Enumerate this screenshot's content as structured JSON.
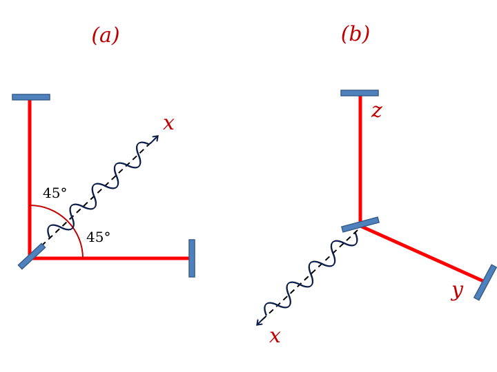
{
  "panels": {
    "a": {
      "label": "(a)",
      "axis_x": "x",
      "angle_upper": "45°",
      "angle_lower": "45°"
    },
    "b": {
      "label": "(b)",
      "axis_z": "z",
      "axis_y": "y",
      "axis_x": "x"
    }
  },
  "colors": {
    "beam": "#ff0000",
    "mirror_fill": "#4f81bd",
    "mirror_stroke": "#385d8a",
    "wave": "#0b1d48",
    "label": "#c00000",
    "arc": "#c00000"
  }
}
